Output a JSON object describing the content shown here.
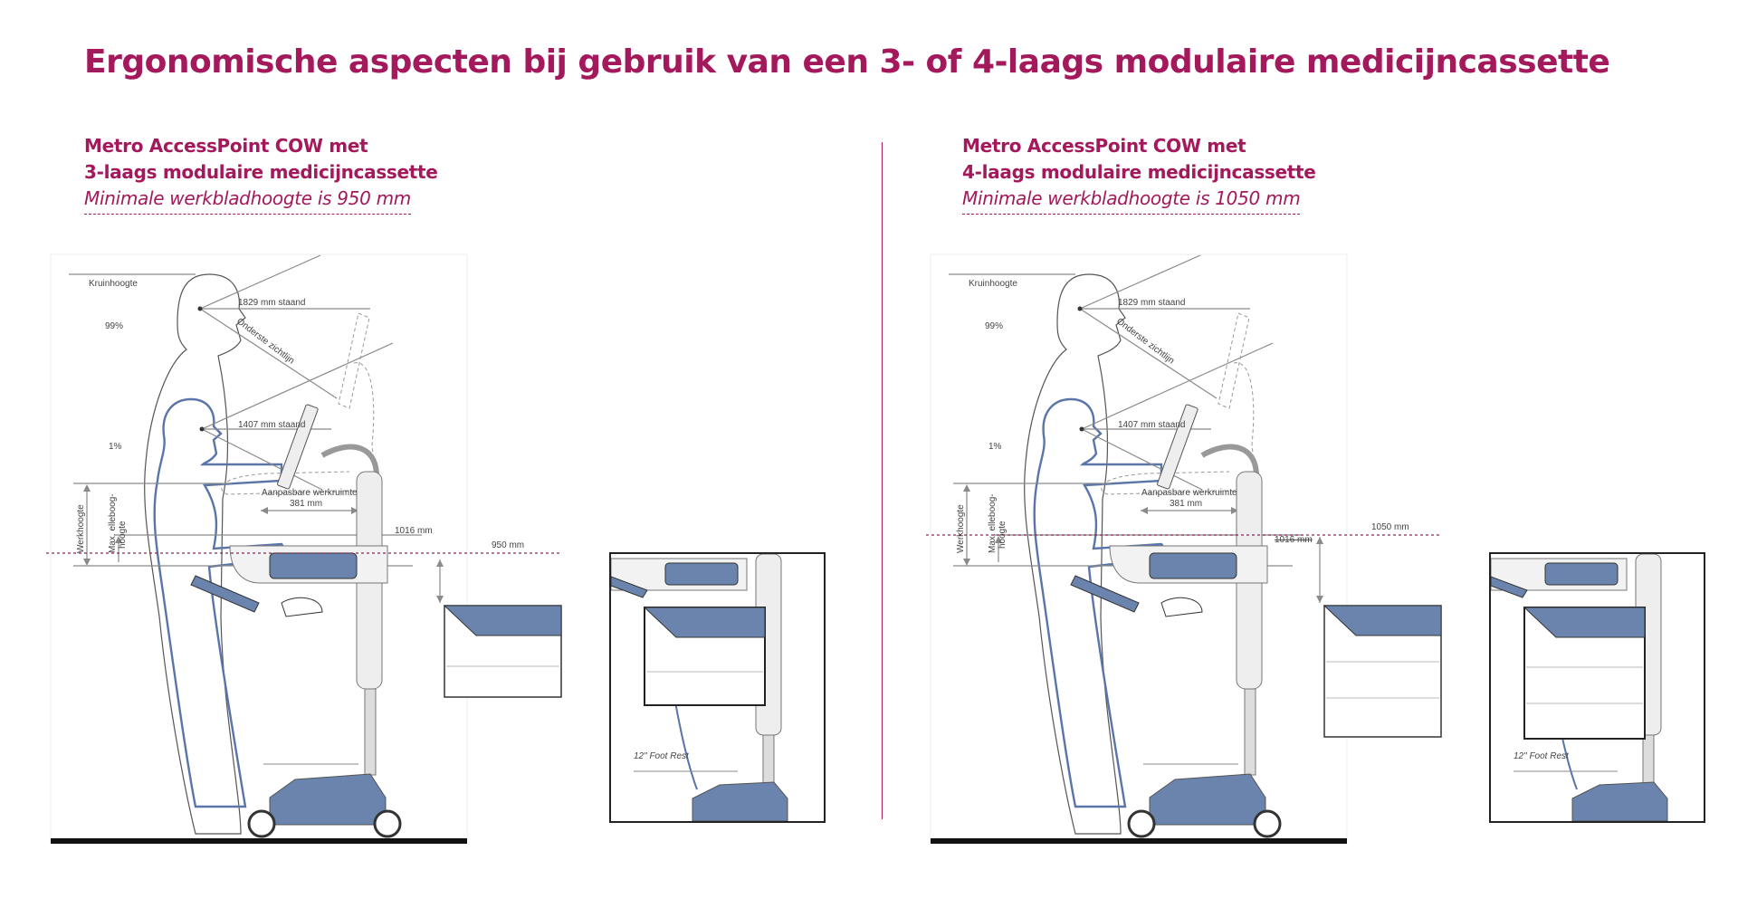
{
  "title": "Ergonomische aspecten bij gebruik van een 3- of 4-laags modulaire medicijncassette",
  "panels": [
    {
      "heading_line1": "Metro AccessPoint COW met",
      "heading_line2": "3-laags modulaire medicijncassette",
      "heading_line3": "Minimale werkbladhoogte is 950 mm",
      "labels": {
        "crown": "Kruinhoogte",
        "p99": "99%",
        "p1": "1%",
        "eye_high": "1829 mm staand",
        "eye_low": "1407 mm staand",
        "sightline": "Onderste zichtlijn",
        "workspace": "Aanpasbare werkruimte",
        "workspace_mm": "381 mm",
        "work_height": "Werkhoogte",
        "elbow_1": "Max. elleboog-",
        "elbow_2": "hoogte",
        "h1016": "1016 mm",
        "min_height": "950 mm",
        "foot_rest": "12\" Foot Rest"
      }
    },
    {
      "heading_line1": "Metro AccessPoint COW met",
      "heading_line2": "4-laags modulaire medicijncassette",
      "heading_line3": "Minimale werkbladhoogte is 1050 mm",
      "labels": {
        "crown": "Kruinhoogte",
        "p99": "99%",
        "p1": "1%",
        "eye_high": "1829 mm staand",
        "eye_low": "1407 mm staand",
        "sightline": "Onderste zichtlijn",
        "workspace": "Aanpasbare werkruimte",
        "workspace_mm": "381 mm",
        "work_height": "Werkhoogte",
        "elbow_1": "Max. elleboog-",
        "elbow_2": "hoogte",
        "h1016": "1016 mm",
        "min_height": "1050 mm",
        "foot_rest": "12\" Foot Rest"
      }
    }
  ],
  "colors": {
    "accent": "#a3195b",
    "cart_blue": "#6a84ad",
    "outline_blue": "#5a75a8",
    "gray": "#8a8a8a"
  }
}
